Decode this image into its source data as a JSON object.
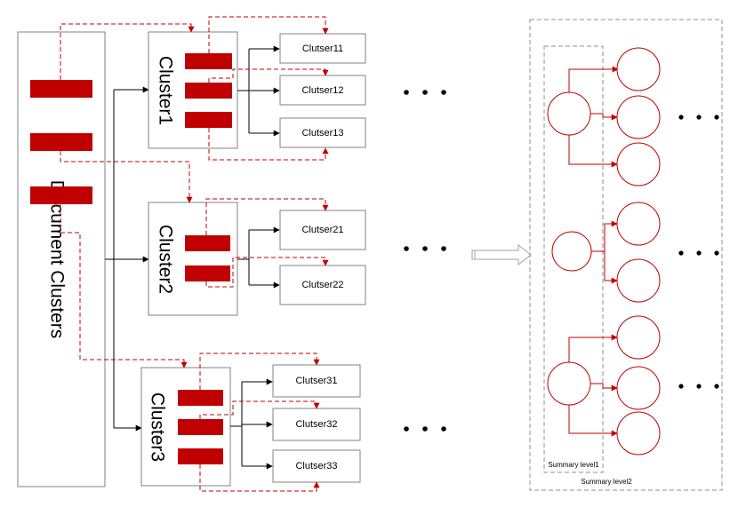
{
  "document_clusters_label": "Document Clusters",
  "clusters": [
    {
      "label": "Cluster1",
      "children": [
        "Clutser11",
        "Clutser12",
        "Clutser13"
      ]
    },
    {
      "label": "Cluster2",
      "children": [
        "Clutser21",
        "Clutser22"
      ]
    },
    {
      "label": "Cluster3",
      "children": [
        "Clutser31",
        "Clutser32",
        "Clutser33"
      ]
    }
  ],
  "summary_level1_label": "Summary level1",
  "summary_level2_label": "Summary level2",
  "colors": {
    "accent_red": "#c00000",
    "box_border": "#808080",
    "arrow_black": "#000000"
  }
}
